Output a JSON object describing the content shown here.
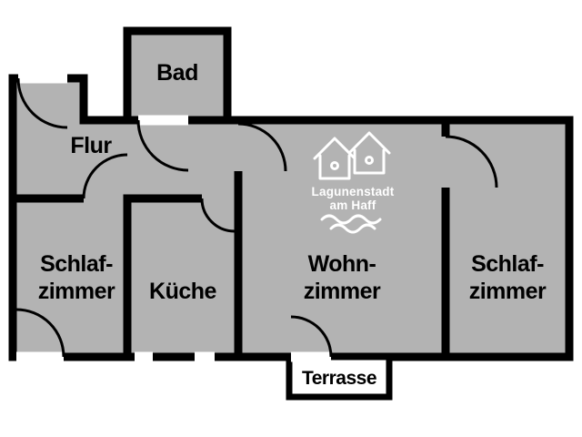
{
  "floorplan": {
    "rooms": {
      "bad": {
        "label": "Bad"
      },
      "flur": {
        "label": "Flur"
      },
      "schlafzimmer_left": {
        "line1": "Schlaf-",
        "line2": "zimmer"
      },
      "kueche": {
        "label": "Küche"
      },
      "wohnzimmer": {
        "line1": "Wohn-",
        "line2": "zimmer"
      },
      "schlafzimmer_right": {
        "line1": "Schlaf-",
        "line2": "zimmer"
      },
      "terrasse": {
        "label": "Terrasse"
      }
    },
    "logo": {
      "line1": "Lagunenstadt",
      "line2": "am Haff"
    },
    "colors": {
      "background": "#ffffff",
      "floor": "#b3b3b3",
      "wall": "#000000",
      "label_text": "#000000",
      "logo": "#ffffff"
    }
  }
}
